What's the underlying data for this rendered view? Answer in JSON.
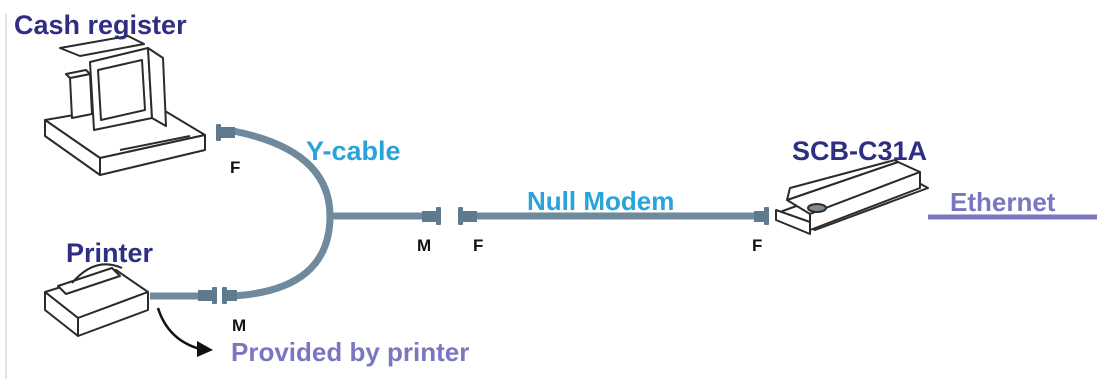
{
  "labels": {
    "cash_register": "Cash register",
    "printer": "Printer",
    "y_cable": "Y-cable",
    "null_modem": "Null Modem",
    "device": "SCB-C31A",
    "ethernet": "Ethernet",
    "provided_by_printer": "Provided by printer",
    "gender_f_cash": "F",
    "gender_m_printer": "M",
    "gender_m_junction": "M",
    "gender_f_junction": "F",
    "gender_f_device": "F"
  },
  "colors": {
    "title_text": "#2e2e82",
    "cable_label": "#29a3dc",
    "cable": "#6e8a9c",
    "connector": "#5f7a8c",
    "ethernet": "#7a77c0",
    "provided_text": "#7a77c0"
  }
}
